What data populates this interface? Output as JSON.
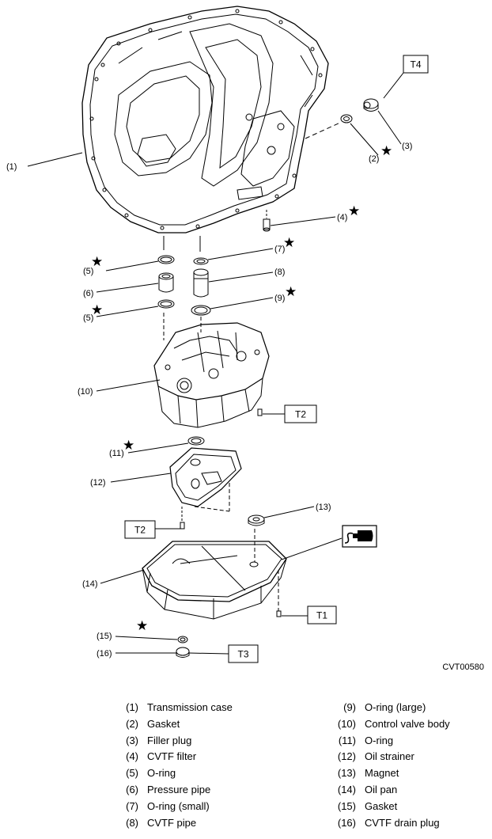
{
  "diagram": {
    "drawing_code": "CVT00580",
    "star_symbol": "★",
    "callouts": [
      {
        "id": "1",
        "text": "(1)"
      },
      {
        "id": "2",
        "text": "(2)"
      },
      {
        "id": "3",
        "text": "(3)"
      },
      {
        "id": "4",
        "text": "(4)"
      },
      {
        "id": "5a",
        "text": "(5)"
      },
      {
        "id": "5b",
        "text": "(5)"
      },
      {
        "id": "6",
        "text": "(6)"
      },
      {
        "id": "7",
        "text": "(7)"
      },
      {
        "id": "8",
        "text": "(8)"
      },
      {
        "id": "9",
        "text": "(9)"
      },
      {
        "id": "10",
        "text": "(10)"
      },
      {
        "id": "11",
        "text": "(11)"
      },
      {
        "id": "12",
        "text": "(12)"
      },
      {
        "id": "13",
        "text": "(13)"
      },
      {
        "id": "14",
        "text": "(14)"
      },
      {
        "id": "15",
        "text": "(15)"
      },
      {
        "id": "16",
        "text": "(16)"
      }
    ],
    "torque_boxes": [
      {
        "id": "t4",
        "text": "T4"
      },
      {
        "id": "t2a",
        "text": "T2"
      },
      {
        "id": "t2b",
        "text": "T2"
      },
      {
        "id": "t1",
        "text": "T1"
      },
      {
        "id": "t3",
        "text": "T3"
      }
    ]
  },
  "legend": {
    "left": [
      {
        "num": "(1)",
        "name": "Transmission case"
      },
      {
        "num": "(2)",
        "name": "Gasket"
      },
      {
        "num": "(3)",
        "name": "Filler plug"
      },
      {
        "num": "(4)",
        "name": "CVTF filter"
      },
      {
        "num": "(5)",
        "name": "O-ring"
      },
      {
        "num": "(6)",
        "name": "Pressure pipe"
      },
      {
        "num": "(7)",
        "name": "O-ring (small)"
      },
      {
        "num": "(8)",
        "name": "CVTF pipe"
      }
    ],
    "right": [
      {
        "num": "(9)",
        "name": "O-ring (large)"
      },
      {
        "num": "(10)",
        "name": "Control valve body"
      },
      {
        "num": "(11)",
        "name": "O-ring"
      },
      {
        "num": "(12)",
        "name": "Oil strainer"
      },
      {
        "num": "(13)",
        "name": "Magnet"
      },
      {
        "num": "(14)",
        "name": "Oil pan"
      },
      {
        "num": "(15)",
        "name": "Gasket"
      },
      {
        "num": "(16)",
        "name": "CVTF drain plug"
      }
    ]
  }
}
